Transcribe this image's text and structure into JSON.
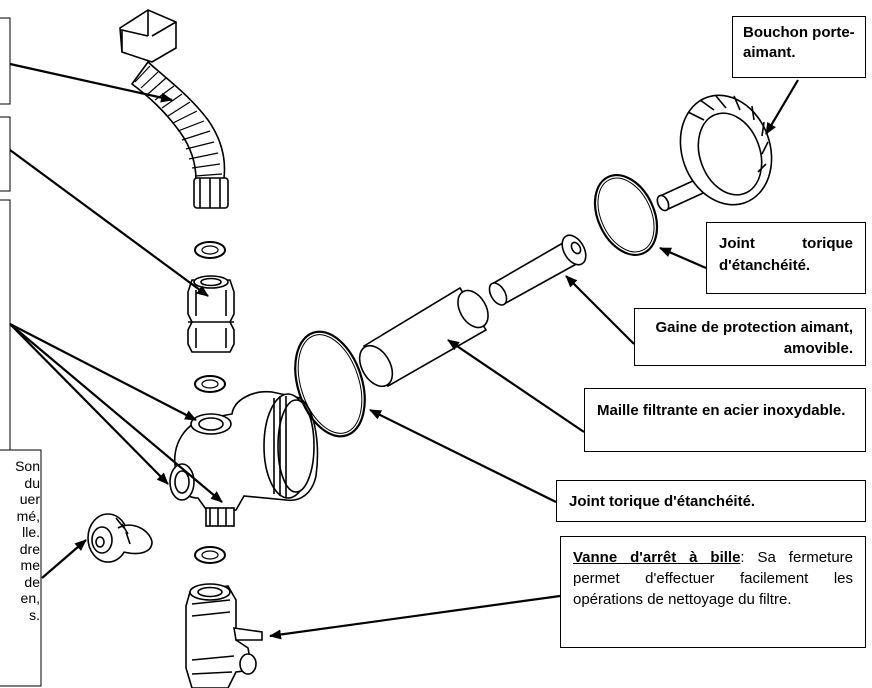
{
  "labels": {
    "bouchon": "Bouchon porte-aimant.",
    "joint_torique_top": "Joint torique d'étanchéité.",
    "gaine": "Gaine de protection aimant, amovible.",
    "maille": "Maille filtrante en acier inoxydable.",
    "joint_torique_mid": "Joint torique d'étanchéité.",
    "vanne_title": "Vanne d'arrêt à bille",
    "vanne_text": ": Sa fermeture permet d'effectuer facilement les opérations de nettoyage du filtre.",
    "left_partial": "Son du uer mé, lle. dre me de en, s."
  }
}
